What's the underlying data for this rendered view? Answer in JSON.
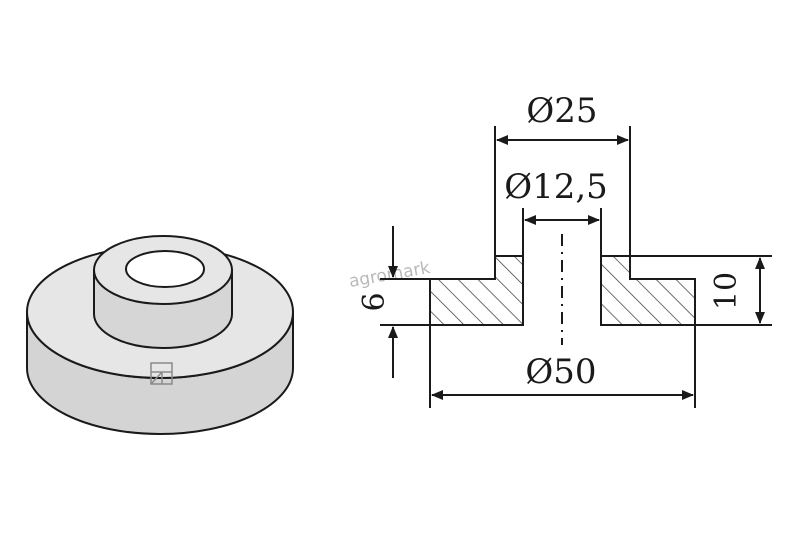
{
  "watermark": "agromark",
  "dimensions": {
    "outer_top_diameter": "Ø25",
    "bore_diameter": "Ø12,5",
    "base_diameter": "Ø50",
    "base_thickness": "6",
    "total_height": "10"
  },
  "colors": {
    "part_fill": "#e6e6e6",
    "part_side": "#d4d4d4",
    "line": "#1a1a1a",
    "hatch": "#333333",
    "watermark": "#b9b9b9"
  }
}
